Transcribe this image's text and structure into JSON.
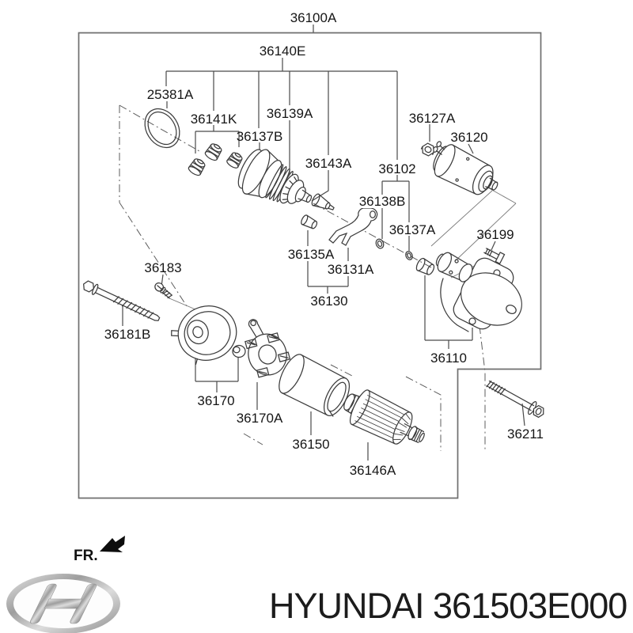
{
  "colors": {
    "part_line": "#3c3c3c",
    "leader_line": "#4a4a4a",
    "border_box": "#6f6f6f",
    "label_text": "#161616",
    "caption_text": "#1c1c1c",
    "logo_silver": "#b5b5b5"
  },
  "diagram": {
    "codes": {
      "assembly": "36100A",
      "drive_sub_assembly": "36140E",
      "o_ring": "25381A",
      "bearing": "36141K",
      "drive_pinion": "36139A",
      "overrunning_clutch": "36137B",
      "pinion_shaft": "36143A",
      "switch_kit": "36102",
      "nut": "36127A",
      "magnet_switch": "36120",
      "washer_inner": "36138B",
      "washer_outer": "36137A",
      "switch_bolt": "36199",
      "lever_packing": "36135A",
      "shift_lever": "36131A",
      "lever_kit": "36130",
      "screw": "36183",
      "through_bolt": "36181B",
      "rear_bracket": "36170",
      "brush_holder": "36170A",
      "yoke": "36150",
      "armature": "36146A",
      "front_bracket": "36110",
      "mounting_bolt": "36211"
    }
  },
  "footer": {
    "direction_label": "FR.",
    "caption": "HYUNDAI 361503E000"
  }
}
